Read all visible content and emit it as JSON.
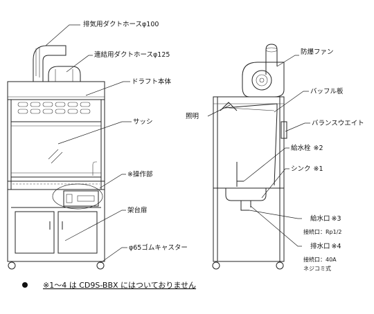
{
  "labels": {
    "exhaust_hose": "排気用ダクトホースφ100",
    "connect_hose": "連結用ダクトホースφ125",
    "draft_body": "ドラフト本体",
    "sash": "サッシ",
    "operation": "※操作部",
    "stand_door": "架台扉",
    "caster": "φ65ゴムキャスター",
    "fan": "防爆ファン",
    "baffle": "バッフル板",
    "lighting": "照明",
    "balance_weight": "バランスウエイト",
    "faucet": "給水栓",
    "faucet_ref": "※2",
    "sink": "シンク",
    "sink_ref": "※1",
    "water_inlet": "給水口",
    "water_inlet_ref": "※3",
    "inlet_spec": "接続口：Rp1/2",
    "drain": "排水口",
    "drain_ref": "※4",
    "drain_spec1": "接続口：40A",
    "drain_spec2": "ネジコミ式"
  },
  "footnote": {
    "text": "※1～4 は CD9S-BBX にはついておりません"
  }
}
